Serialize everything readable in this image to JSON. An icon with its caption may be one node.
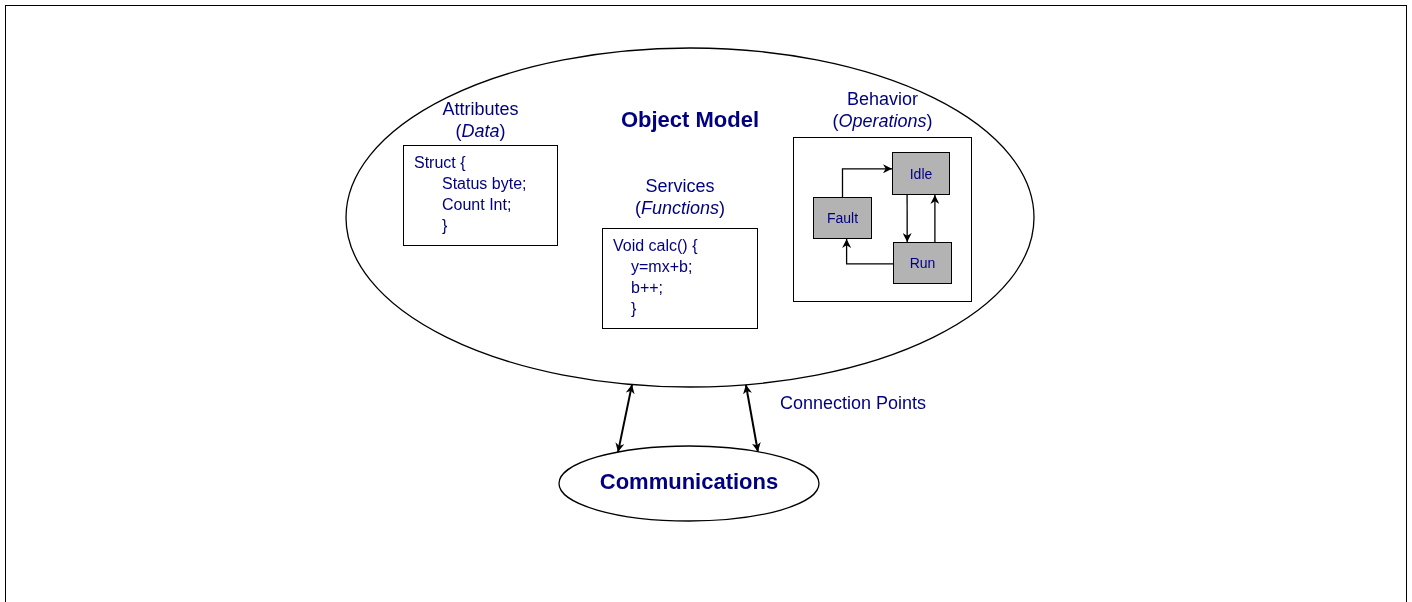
{
  "diagram": {
    "nodes": [
      {
        "text": [
          "Object Model"
        ]
      },
      {
        "text": [
          "Attributes (*Data*)",
          "Struct {",
          "Status byte;",
          "Count Int;",
          "}"
        ],
        "in": 0
      },
      {
        "text": [
          "Services (*Functions*)",
          "Void calc() {",
          "y=mx+b;",
          "b++;",
          "}"
        ],
        "in": 0
      },
      {
        "text": [
          "Behavior (*Operations*)"
        ],
        "in": 0
      },
      {
        "text": [
          "Idle"
        ],
        "in": 3
      },
      {
        "text": [
          "Fault"
        ],
        "in": 3
      },
      {
        "text": [
          "Run"
        ],
        "in": 3
      },
      {
        "text": [
          "Communications"
        ]
      }
    ],
    "edges": [
      {
        "from": 5,
        "to": 4,
        "arrow": "to"
      },
      {
        "from": 4,
        "to": 6,
        "arrow": "to"
      },
      {
        "from": 6,
        "to": 4,
        "arrow": "to"
      },
      {
        "from": 6,
        "to": 5,
        "arrow": "to"
      },
      {
        "from": 0,
        "to": 7,
        "arrow": "both"
      },
      {
        "from": 0,
        "to": 7,
        "arrow": "both",
        "label": "Connection Points"
      }
    ]
  }
}
